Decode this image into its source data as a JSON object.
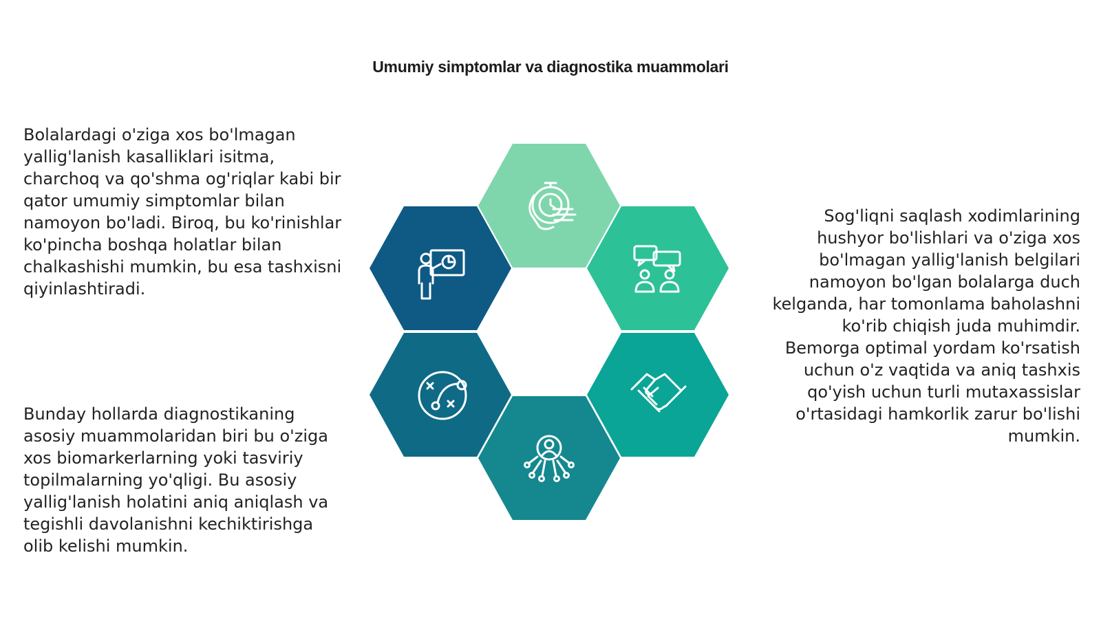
{
  "title": "Umumiy simptomlar va diagnostika muammolari",
  "paragraphs": {
    "top_left": "Bolalardagi o'ziga xos bo'lmagan yallig'lanish kasalliklari isitma, charchoq va qo'shma og'riqlar kabi bir qator umumiy simptomlar bilan namoyon bo'ladi. Biroq, bu ko'rinishlar ko'pincha boshqa holatlar bilan chalkashishi mumkin, bu esa tashxisni qiyinlashtiradi.",
    "bottom_left": "Bunday hollarda diagnostikaning asosiy muammolaridan biri bu o'ziga xos biomarkerlarning yoki tasviriy topilmalarning yo'qligi. Bu asosiy yallig'lanish holatini aniq aniqlash va tegishli davolanishni kechiktirishga olib kelishi mumkin.",
    "right": "Sog'liqni saqlash xodimlarining hushyor bo'lishlari va o'ziga xos bo'lmagan yallig'lanish belgilari namoyon bo'lgan bolalarga duch kelganda, har tomonlama baholashni ko'rib chiqish juda muhimdir. Bemorga optimal yordam ko'rsatish uchun o'z vaqtida va aniq tashxis qo'yish uchun turli mutaxassislar o'rtasidagi hamkorlik zarur bo'lishi mumkin."
  },
  "hexagons": [
    {
      "position": "top",
      "icon": "stopwatch-hand-icon",
      "color": "#7fd6ad"
    },
    {
      "position": "upper-right",
      "icon": "team-discussion-icon",
      "color": "#2dc197"
    },
    {
      "position": "lower-right",
      "icon": "handshake-icon",
      "color": "#0aa596"
    },
    {
      "position": "bottom",
      "icon": "user-network-icon",
      "color": "#15888f"
    },
    {
      "position": "lower-left",
      "icon": "strategy-icon",
      "color": "#0f6a86"
    },
    {
      "position": "upper-left",
      "icon": "presentation-icon",
      "color": "#0e5a84"
    }
  ]
}
